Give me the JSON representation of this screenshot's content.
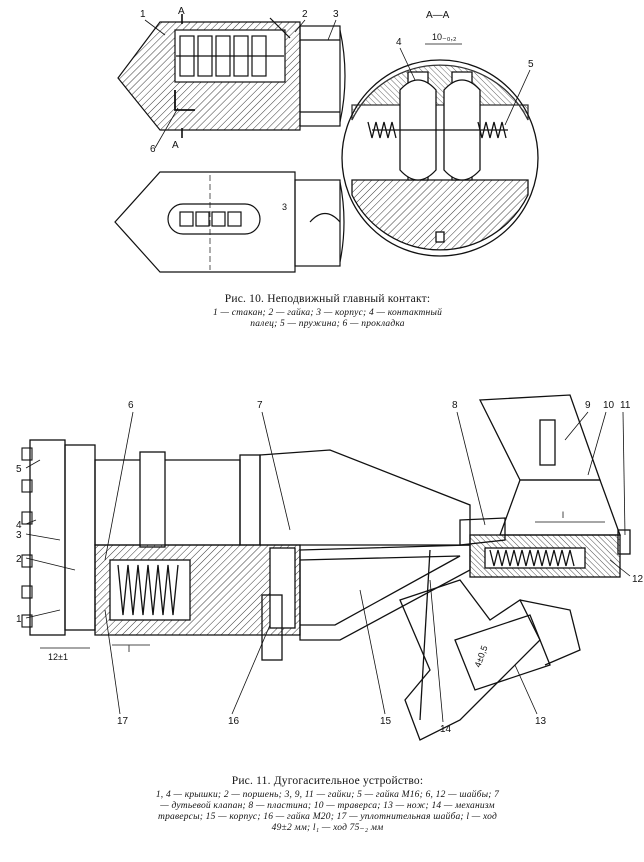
{
  "fig10": {
    "section_label": "А—А",
    "section_mark_top": "А",
    "section_mark_bottom": "А",
    "dim_top": "10₋₀,₂",
    "dim_side": "3",
    "labels": [
      "1",
      "2",
      "3",
      "4",
      "5",
      "6"
    ],
    "caption_title": "Рис. 10. Неподвижный главный контакт:",
    "caption_legend": "1 — стакан; 2 — гайка; 3 — корпус; 4 — контактный палец; 5 — пружина; 6 — прокладка"
  },
  "fig11": {
    "labels": [
      "1",
      "2",
      "3",
      "4",
      "5",
      "6",
      "7",
      "8",
      "9",
      "10",
      "11",
      "12",
      "13",
      "14",
      "15",
      "16",
      "17"
    ],
    "dim_left": "12±1",
    "dim_l1": "l",
    "dim_l2": "l",
    "dim_valve": "4±0,5",
    "caption_title": "Рис. 11. Дугогасительное устройство:",
    "caption_legend": "1, 4 — крышки; 2 — поршень; 3, 9, 11 — гайки; 5 — гайка М16; 6, 12 — шайбы; 7 — дутьевой клапан; 8 — пластина; 10 — траверса; 13 — нож; 14 — механизм траверсы; 15 — корпус; 16 — гайка М20; 17 — уплотнительная шайба; l — ход 49±2 мм; l₁ — ход 75₋₂ мм"
  }
}
